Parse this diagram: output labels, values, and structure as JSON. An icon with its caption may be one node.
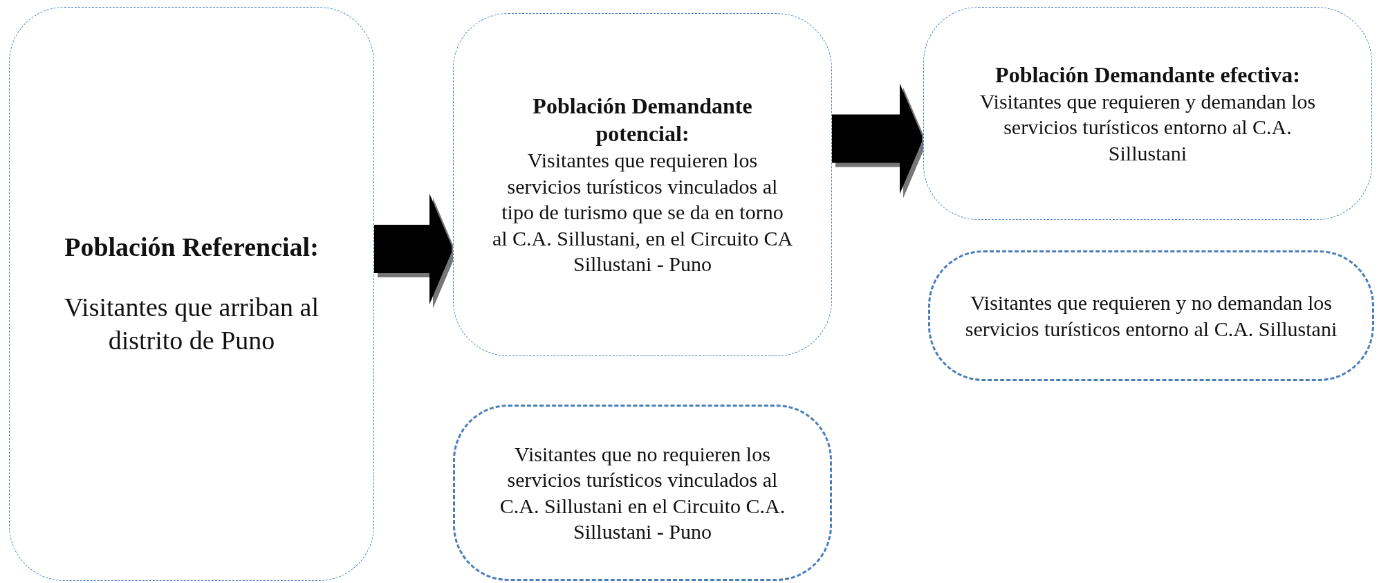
{
  "diagram": {
    "nodes": [
      {
        "text": [
          "Población Referencial:",
          "Visitantes que arriban al distrito de Puno"
        ]
      },
      {
        "text": [
          "Población Demandante potencial:",
          "Visitantes que requieren los servicios turísticos vinculados al tipo de turismo que se da en torno al C.A. Sillustani, en el Circuito CA Sillustani - Puno"
        ]
      },
      {
        "text": [
          "Visitantes que no requieren los servicios turísticos vinculados al C.A. Sillustani en el Circuito C.A. Sillustani - Puno"
        ]
      },
      {
        "text": [
          "Población Demandante efectiva:",
          "Visitantes que requieren y demandan los servicios turísticos entorno al C.A. Sillustani"
        ]
      },
      {
        "text": [
          "Visitantes que requieren y no demandan los servicios turísticos entorno al C.A. Sillustani"
        ]
      }
    ],
    "edges": [
      {
        "from": 0,
        "to": 1,
        "arrow": "to"
      },
      {
        "from": 1,
        "to": 3,
        "arrow": "to"
      }
    ]
  }
}
